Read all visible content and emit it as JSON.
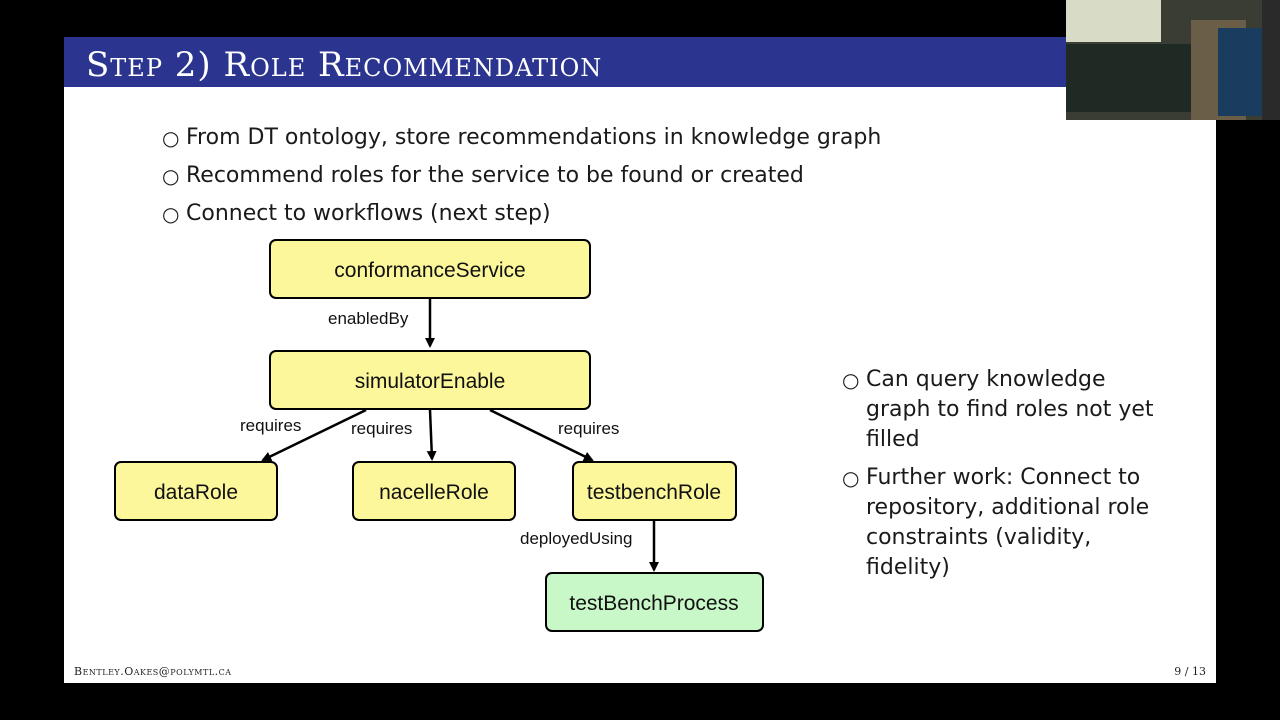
{
  "slide": {
    "title": "Step 2) Role Recommendation",
    "top_bullets": [
      "From DT ontology, store recommendations in knowledge graph",
      "Recommend roles for the service to be found or created",
      "Connect to workflows (next step)"
    ],
    "side_bullets": [
      "Can query knowledge graph to find roles not yet filled",
      "Further work: Connect to repository, additional role constraints (validity, fidelity)"
    ],
    "bullet_mark": "○",
    "footer_left": "Bentley.Oakes@polymtl.ca",
    "footer_right": "9 / 13"
  },
  "diagram": {
    "nodes": {
      "conformance": "conformanceService",
      "simulator": "simulatorEnable",
      "data": "dataRole",
      "nacelle": "nacelleRole",
      "testbench": "testbenchRole",
      "process": "testBenchProcess"
    },
    "edges": {
      "enabled_by": "enabledBy",
      "requires_1": "requires",
      "requires_2": "requires",
      "requires_3": "requires",
      "deployed_using": "deployedUsing"
    }
  },
  "colors": {
    "title_bar": "#2b3590",
    "node_yellow": "#fbf79a",
    "node_green": "#c8f7c8",
    "slide_bg": "#ffffff",
    "frame_bg": "#000000"
  }
}
